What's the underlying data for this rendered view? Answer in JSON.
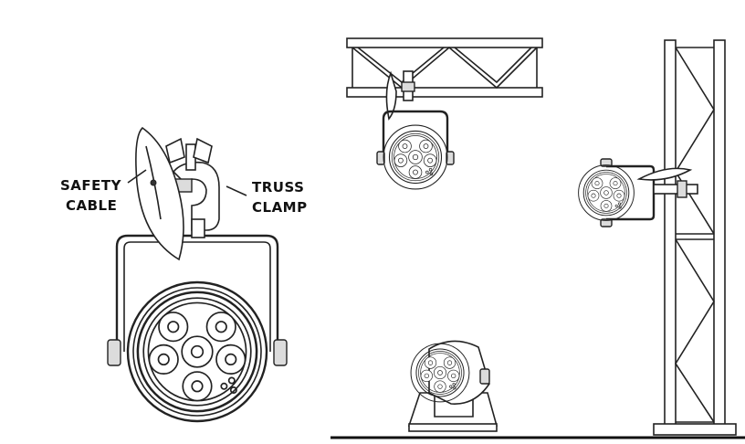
{
  "labels": {
    "safety_cable_line1": "SAFETY",
    "safety_cable_line2": "CABLE",
    "truss_clamp_line1": "TRUSS",
    "truss_clamp_line2": "CLAMP"
  },
  "colors": {
    "line": "#222222",
    "background": "#ffffff"
  }
}
